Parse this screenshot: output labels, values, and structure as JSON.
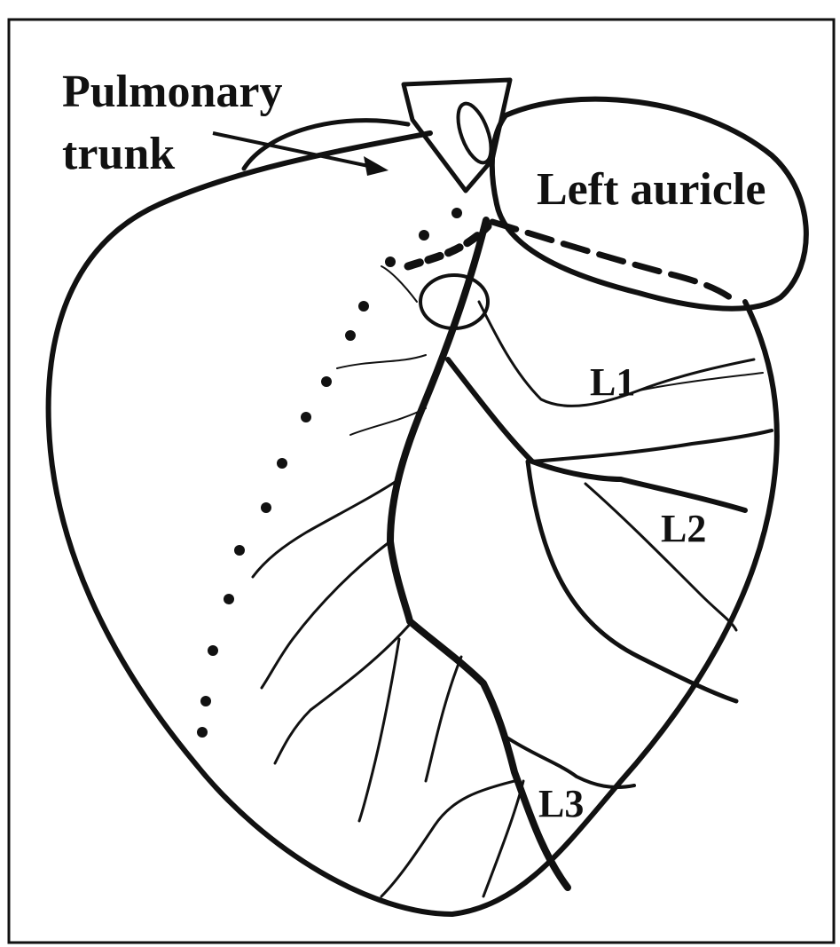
{
  "labels": {
    "pulmonary_trunk_line1": "Pulmonary",
    "pulmonary_trunk_line2": "trunk",
    "left_auricle": "Left auricle",
    "branch_l1": "L1",
    "branch_l2": "L2",
    "branch_l3": "L3"
  },
  "colors": {
    "ink": "#111111",
    "background": "#ffffff"
  }
}
